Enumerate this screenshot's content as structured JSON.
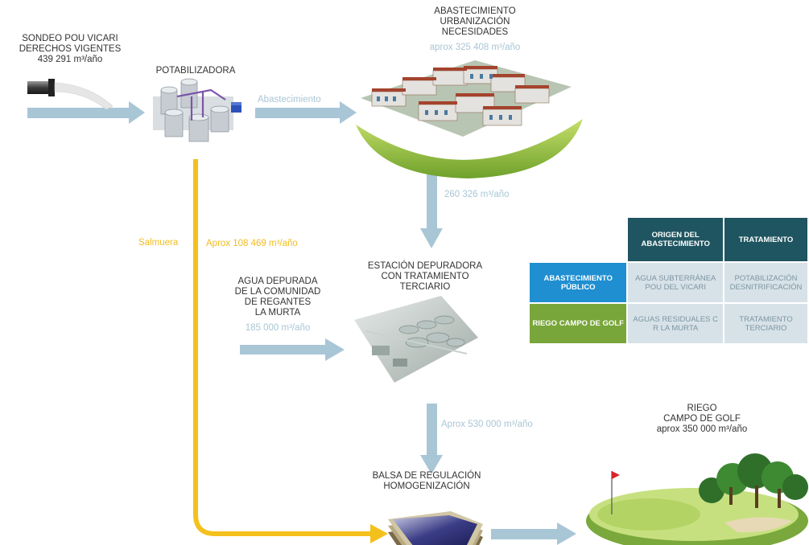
{
  "nodes": {
    "sondeo": {
      "lines": [
        "SONDEO POU VICARI",
        "DERECHOS VIGENTES",
        "439 291 m³/año"
      ]
    },
    "potabilizadora": {
      "lines": [
        "POTABILIZADORA"
      ]
    },
    "abastecimiento_urb": {
      "lines": [
        "ABASTECIMIENTO",
        "URBANIZACIÓN",
        "NECESIDADES"
      ],
      "quantity": "aprox  325 408 m³/año"
    },
    "estacion": {
      "lines": [
        "ESTACIÓN DEPURADORA",
        "CON TRATAMIENTO",
        "TERCIARIO"
      ]
    },
    "agua_depurada": {
      "lines": [
        "AGUA DEPURADA",
        "DE LA COMUNIDAD",
        "DE REGANTES",
        "LA MURTA"
      ],
      "quantity": "185 000 m³/año"
    },
    "balsa": {
      "lines": [
        "BALSA DE REGULACIÓN",
        "HOMOGENIZACIÓN"
      ]
    },
    "riego": {
      "lines": [
        "RIEGO",
        "CAMPO DE GOLF",
        "aprox  350 000 m³/año"
      ]
    }
  },
  "flows": {
    "abastecimiento": "Abastecimiento",
    "urb_to_estacion": "260 326 m³/año",
    "salmuera": "Salmuera",
    "salmuera_qty": "Aprox  108 469 m³/año",
    "estacion_to_balsa": "Aprox  530 000 m³/año"
  },
  "table": {
    "header": [
      "ORIGEN DEL ABASTECIMIENTO",
      "TRATAMIENTO"
    ],
    "rows": [
      {
        "label": "ABASTECIMIENTO PÚBLICO",
        "origin": "AGUA SUBTERRÁNEA POU DEL VICARI",
        "treatment": "POTABILIZACIÓN DESNITRIFICACIÓN"
      },
      {
        "label": "RIEGO CAMPO DE GOLF",
        "origin": "AGUAS RESIDUALES C R  LA MURTA",
        "treatment": "TRATAMIENTO TERCIARIO"
      }
    ]
  },
  "colors": {
    "flow_arrow": "#a9c6d6",
    "brine_arrow": "#f4c01c",
    "header_cell": "#1f5560",
    "public_cell": "#1f8fd1",
    "golf_cell": "#79a63a",
    "light_cell": "#d7e2e8"
  }
}
